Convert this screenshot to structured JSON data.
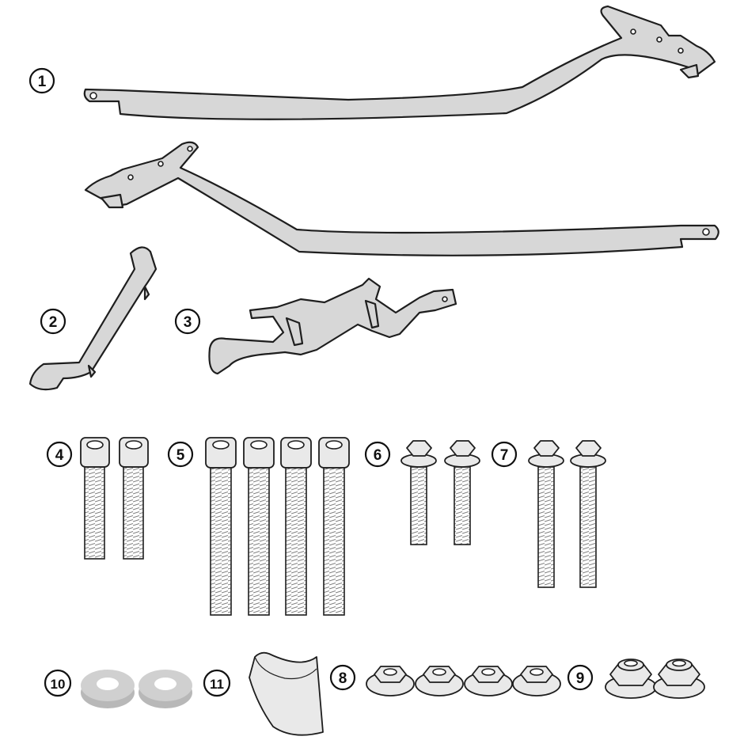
{
  "callouts": {
    "n1": "1",
    "n2": "2",
    "n3": "3",
    "n4": "4",
    "n5": "5",
    "n6": "6",
    "n7": "7",
    "n8": "8",
    "n9": "9",
    "n10": "10",
    "n11": "11"
  },
  "colors": {
    "part_fill": "#d7d7d7",
    "outline": "#1e1e1e",
    "washer": "#c8c8c8"
  }
}
